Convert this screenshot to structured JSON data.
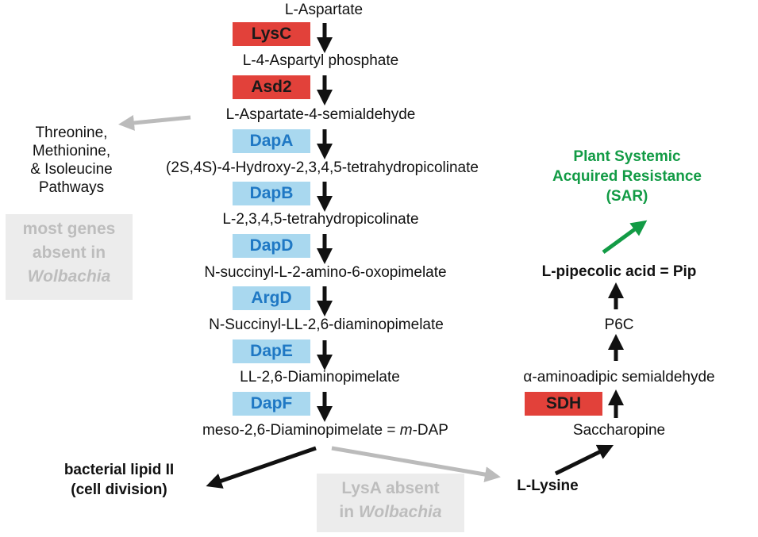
{
  "pathway": {
    "compounds": [
      "L-Aspartate",
      "L-4-Aspartyl phosphate",
      "L-Aspartate-4-semialdehyde",
      "(2S,4S)-4-Hydroxy-2,3,4,5-tetrahydropicolinate",
      "L-2,3,4,5-tetrahydropicolinate",
      "N-succinyl-L-2-amino-6-oxopimelate",
      "N-Succinyl-LL-2,6-diaminopimelate",
      "LL-2,6-Diaminopimelate"
    ],
    "final_compound": {
      "prefix": "meso-2,6-Diaminopimelate = ",
      "italic": "m",
      "suffix": "-DAP"
    },
    "enzymes": [
      {
        "label": "LysC",
        "status": "red"
      },
      {
        "label": "Asd2",
        "status": "red"
      },
      {
        "label": "DapA",
        "status": "blue"
      },
      {
        "label": "DapB",
        "status": "blue"
      },
      {
        "label": "DapD",
        "status": "blue"
      },
      {
        "label": "ArgD",
        "status": "blue"
      },
      {
        "label": "DapE",
        "status": "blue"
      },
      {
        "label": "DapF",
        "status": "blue"
      }
    ]
  },
  "side_branch": {
    "line1": "Threonine,",
    "line2": "Methionine,",
    "line3": "& Isoleucine",
    "line4": "Pathways",
    "note_line1": "most genes",
    "note_line2": "absent in",
    "note_italic": "Wolbachia"
  },
  "lipid": {
    "line1": "bacterial lipid II",
    "line2": "(cell division)"
  },
  "lysa": {
    "line1": "LysA absent",
    "line2_prefix": "in ",
    "line2_italic": "Wolbachia"
  },
  "lysine": "L-Lysine",
  "right_branch": {
    "saccharopine": "Saccharopine",
    "enzyme": "SDH",
    "semialdehyde": "α-aminoadipic semialdehyde",
    "p6c": "P6C",
    "pip": "L-pipecolic acid = Pip",
    "sar_line1": "Plant Systemic",
    "sar_line2": "Acquired Resistance",
    "sar_line3": "(SAR)"
  },
  "colors": {
    "red": "#e2413a",
    "blue": "#a9d8ef",
    "blue_text": "#1f78c4",
    "green": "#129b45",
    "grey": "#bdbdbd"
  }
}
